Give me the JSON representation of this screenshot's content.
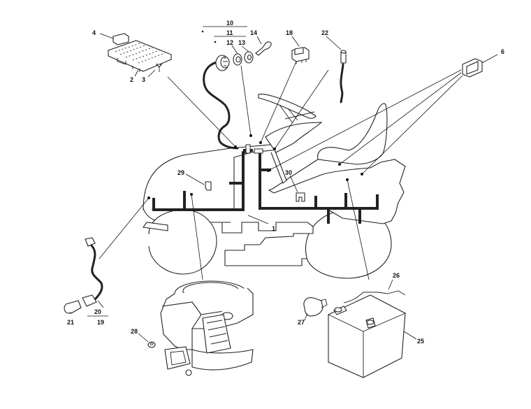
{
  "diagram": {
    "kind": "exploded-parts-wiring-diagram",
    "background_color": "#ffffff",
    "line_color": "#222222",
    "callouts": {
      "c1": "1",
      "c2": "2",
      "c3": "3",
      "c4": "4",
      "c6": "6",
      "c10": "10",
      "c11": "11",
      "c12": "12",
      "c13": "13",
      "c14": "14",
      "c18": "18",
      "c19": "19",
      "c20": "20",
      "c21": "21",
      "c22": "22",
      "c25": "25",
      "c26": "26",
      "c27": "27",
      "c28": "28",
      "c29": "29",
      "c30": "30"
    }
  }
}
